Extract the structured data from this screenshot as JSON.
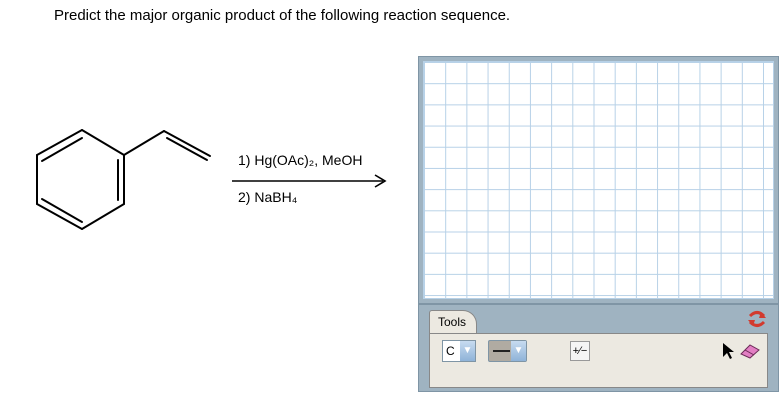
{
  "question": {
    "text": "Predict the major organic product of the following reaction sequence."
  },
  "reaction": {
    "step1": "1) Hg(OAc)₂, MeOH",
    "step2": "2) NaBH₄"
  },
  "sketcher": {
    "tools_tab_label": "Tools",
    "element_value": "C",
    "charge_label": "+⁄−",
    "colors": {
      "panel": "#9fb3c1",
      "grid_line": "#b7d1e7",
      "tool_bg": "#ece9e1",
      "swap_icon": "#d23a2e",
      "eraser_icon": "#e27ec3"
    }
  }
}
